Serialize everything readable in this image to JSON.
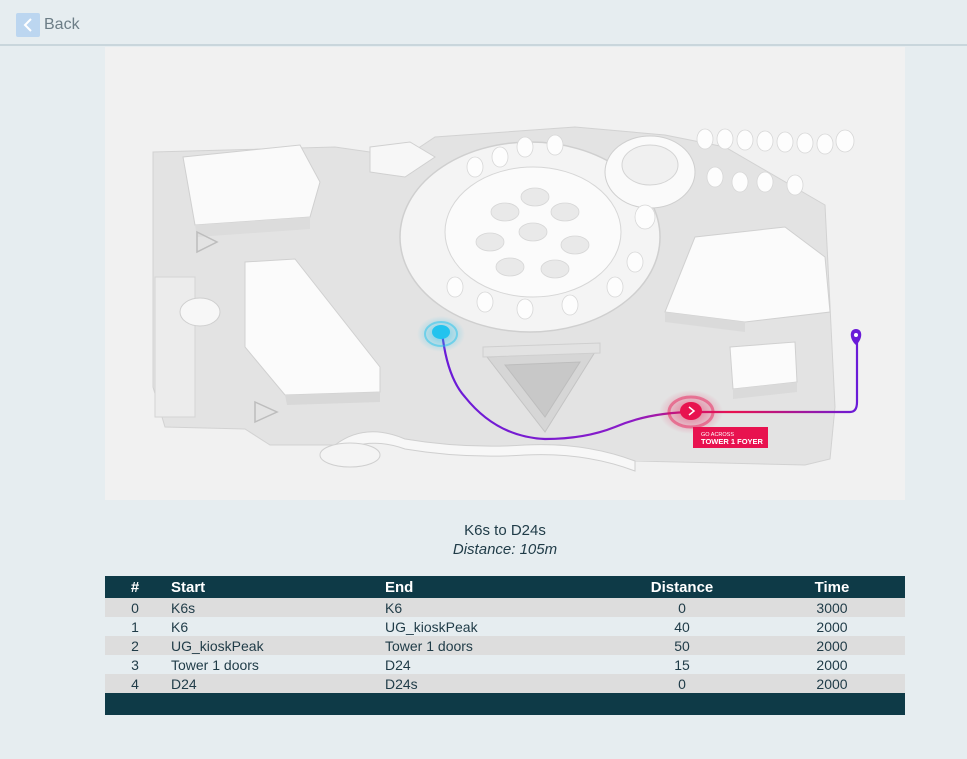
{
  "header": {
    "back_label": "Back"
  },
  "map": {
    "callout_line1": "GO ACROSS",
    "callout_line2": "TOWER 1 FOYER",
    "colors": {
      "route_start": "#6a1bd8",
      "route_end": "#e8124f",
      "start_marker": "#22c3ee",
      "waypoint_marker": "#e8124f",
      "destination_pin": "#6a1bd8"
    }
  },
  "route": {
    "title": "K6s to D24s",
    "distance_text": "Distance: 105m"
  },
  "table": {
    "headers": [
      "#",
      "Start",
      "End",
      "Distance",
      "Time"
    ],
    "rows": [
      {
        "num": "0",
        "start": "K6s",
        "end": "K6",
        "distance": "0",
        "time": "3000"
      },
      {
        "num": "1",
        "start": "K6",
        "end": "UG_kioskPeak",
        "distance": "40",
        "time": "2000"
      },
      {
        "num": "2",
        "start": "UG_kioskPeak",
        "end": "Tower 1 doors",
        "distance": "50",
        "time": "2000"
      },
      {
        "num": "3",
        "start": "Tower 1 doors",
        "end": "D24",
        "distance": "15",
        "time": "2000"
      },
      {
        "num": "4",
        "start": "D24",
        "end": "D24s",
        "distance": "0",
        "time": "2000"
      }
    ]
  },
  "colors": {
    "page_bg": "#e6edf0",
    "table_header_bg": "#0e3a47",
    "row_alt_bg": "#dddddd"
  }
}
